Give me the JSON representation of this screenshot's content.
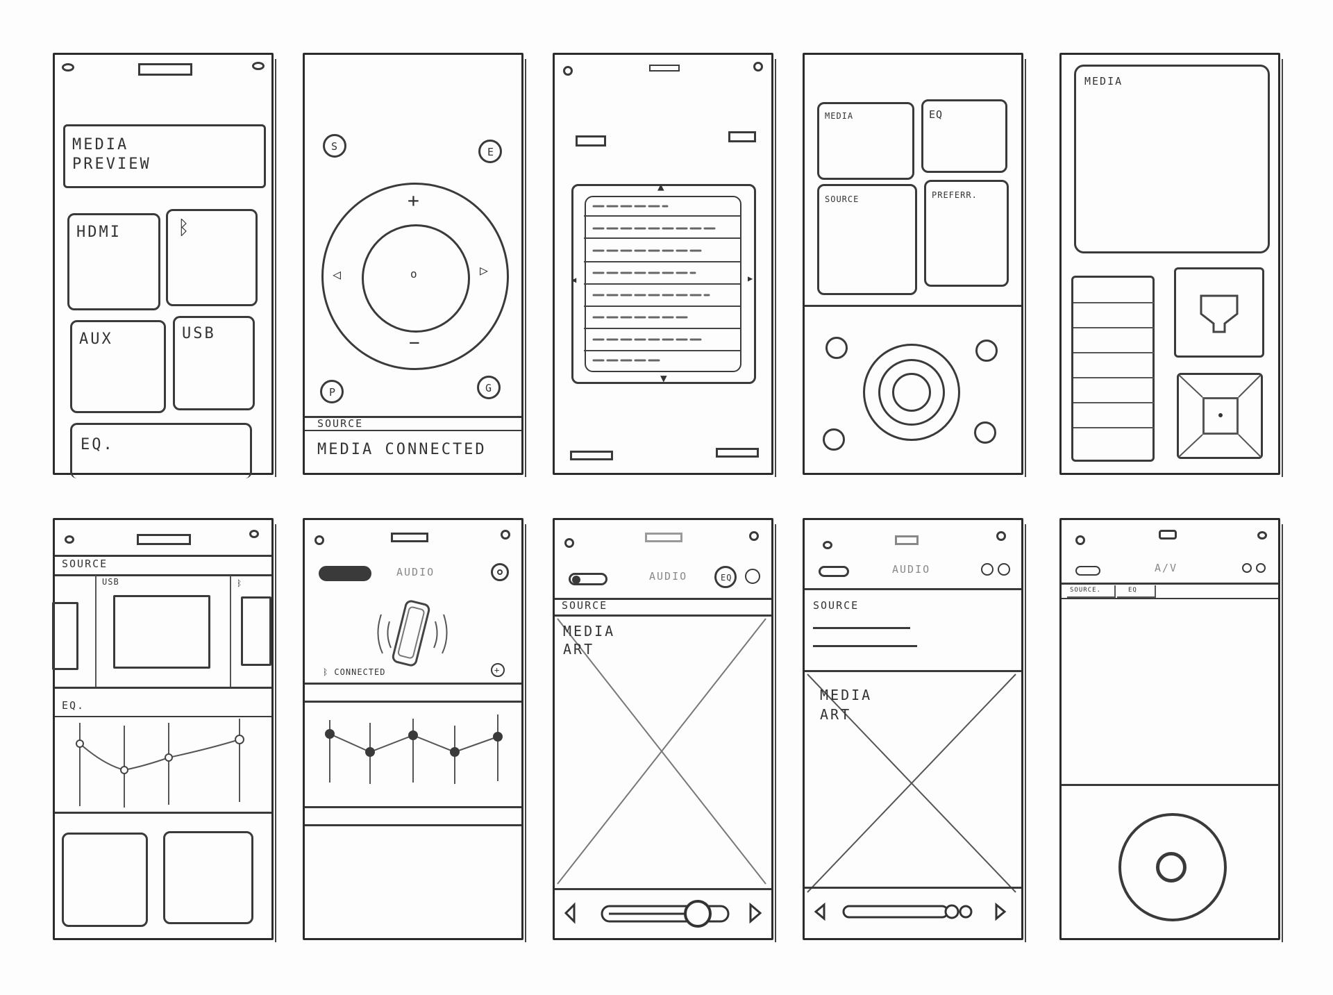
{
  "screen1": {
    "media_preview_line1": "MEDIA",
    "media_preview_line2": "PREVIEW",
    "hdmi": "HDMI",
    "bluetooth_symbol": "ᛒ",
    "aux": "AUX",
    "usb": "USB",
    "eq": "EQ."
  },
  "screen2": {
    "s": "S",
    "e": "E",
    "p": "P",
    "g": "G",
    "plus": "+",
    "minus": "−",
    "left": "◁",
    "right": "▷",
    "center": "o",
    "source": "SOURCE",
    "status": "MEDIA CONNECTED"
  },
  "screen3": {
    "up": "▲",
    "down": "▼",
    "left": "◀",
    "right": "▶"
  },
  "screen4": {
    "media": "MEDIA",
    "eq": "EQ",
    "source": "SOURCE",
    "prefer": "PREFERR."
  },
  "screen5": {
    "media": "MEDIA"
  },
  "screen6": {
    "source": "SOURCE",
    "usb": "USB",
    "bt": "ᛒ",
    "eq": "EQ."
  },
  "screen7": {
    "audio": "AUDIO",
    "connected": "ᛒ CONNECTED",
    "plus": "+"
  },
  "screen8": {
    "audio": "AUDIO",
    "eq": "EQ",
    "source": "SOURCE",
    "media_art_line1": "MEDIA",
    "media_art_line2": "ART"
  },
  "screen9": {
    "audio": "AUDIO",
    "source": "SOURCE",
    "media_art_line1": "MEDIA",
    "media_art_line2": "ART"
  },
  "screen10": {
    "av": "A/V",
    "tab_source": "SOURCE.",
    "tab_eq": "EQ"
  }
}
